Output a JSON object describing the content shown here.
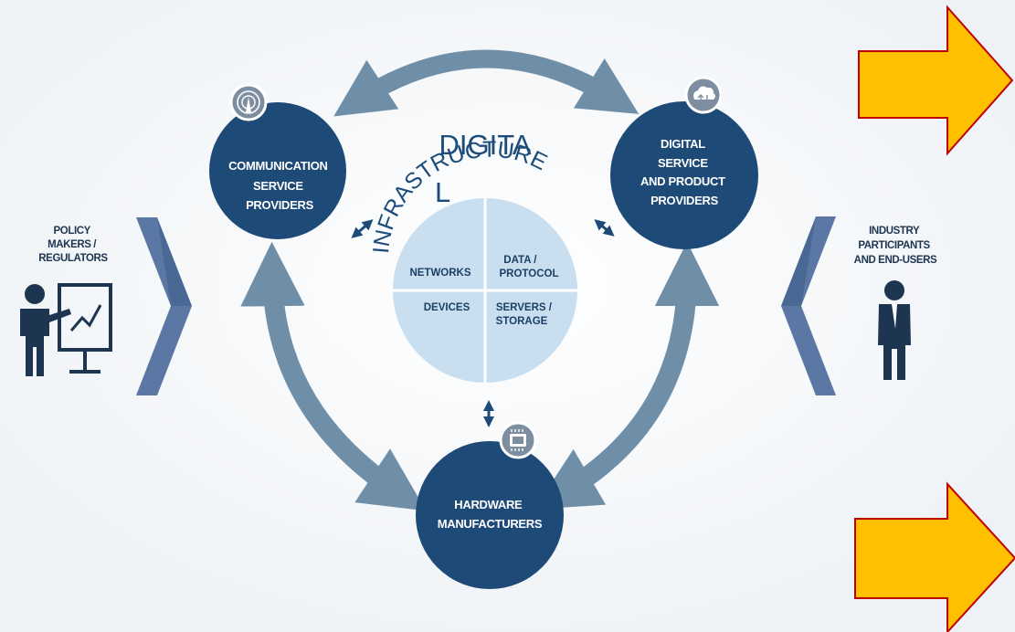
{
  "colors": {
    "node": "#1e4a78",
    "node_dark": "#163a61",
    "arrow": "#6f8ea8",
    "pie": "#c9dff0",
    "pie_text": "#1c3f66",
    "title_text": "#1c4d7a",
    "chevron": "#5b78a4",
    "chevron_dark": "#3f5d8a",
    "person": "#1d3550",
    "yellow_arrow": "#ffc000",
    "yellow_arrow_border": "#c00000"
  },
  "center": {
    "title": "DIGITA",
    "subtitle_fragment": "L",
    "arc_text": "INFRASTRUCTURE",
    "quadrants": {
      "networks": "NETWORKS",
      "data_protocol": [
        "DATA /",
        "PROTOCOL"
      ],
      "devices": "DEVICES",
      "servers_storage": [
        "SERVERS /",
        "STORAGE"
      ]
    }
  },
  "nodes": {
    "communication": {
      "lines": [
        "COMMUNICATION",
        "SERVICE",
        "PROVIDERS"
      ],
      "icon": "antenna-icon"
    },
    "digital_service": {
      "lines": [
        "DIGITAL",
        "SERVICE",
        "AND PRODUCT",
        "PROVIDERS"
      ],
      "icon": "cloud-icon"
    },
    "hardware": {
      "lines": [
        "HARDWARE",
        "MANUFACTURERS"
      ],
      "icon": "chip-icon"
    }
  },
  "side": {
    "left": {
      "lines": [
        "POLICY",
        "MAKERS /",
        "REGULATORS"
      ],
      "icon": "presenter-icon"
    },
    "right": {
      "lines": [
        "INDUSTRY",
        "PARTICIPANTS",
        "AND END-USERS"
      ],
      "icon": "businessman-icon"
    }
  }
}
